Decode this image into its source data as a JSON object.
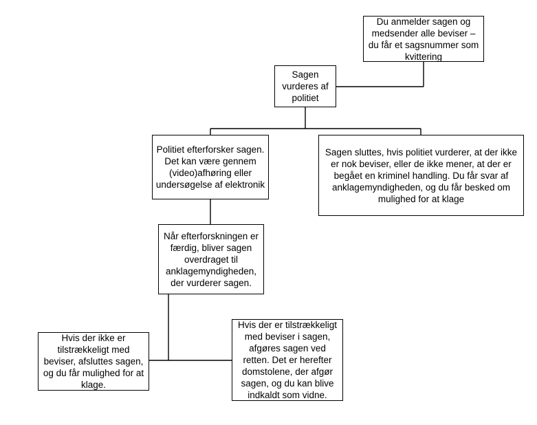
{
  "diagram": {
    "nodes": {
      "report": "Du anmelder sagen og medsender alle beviser – du får et sagsnummer som kvittering",
      "assessed": "Sagen vurderes af politiet",
      "investigation": "Politiet efterforsker sagen. Det kan være gennem (video)afhøring eller undersøgelse af elektronik",
      "case_closed": "Sagen sluttes, hvis politiet vurderer, at der ikke er nok beviser, eller de ikke mener, at der er begået en kriminel handling. Du får svar af anklagemyndigheden, og du får besked om mulighed for at klage",
      "handover": "Når efterforskningen er færdig, bliver sagen overdraget til anklagemyndigheden, der vurderer sagen.",
      "insufficient_evidence": "Hvis der ikke er tilstrækkeligt med beviser, afsluttes sagen, og du får mulighed for at klage.",
      "court": "Hvis der er tilstrækkeligt med beviser i sagen, afgøres sagen ved retten. Det er herefter domstolene, der afgør sagen, og du kan blive indkaldt som vidne."
    },
    "edges": [
      {
        "from": "report",
        "to": "assessed"
      },
      {
        "from": "assessed",
        "to": "investigation"
      },
      {
        "from": "assessed",
        "to": "case_closed"
      },
      {
        "from": "investigation",
        "to": "handover"
      },
      {
        "from": "handover",
        "to": "insufficient_evidence"
      },
      {
        "from": "handover",
        "to": "court"
      }
    ]
  }
}
